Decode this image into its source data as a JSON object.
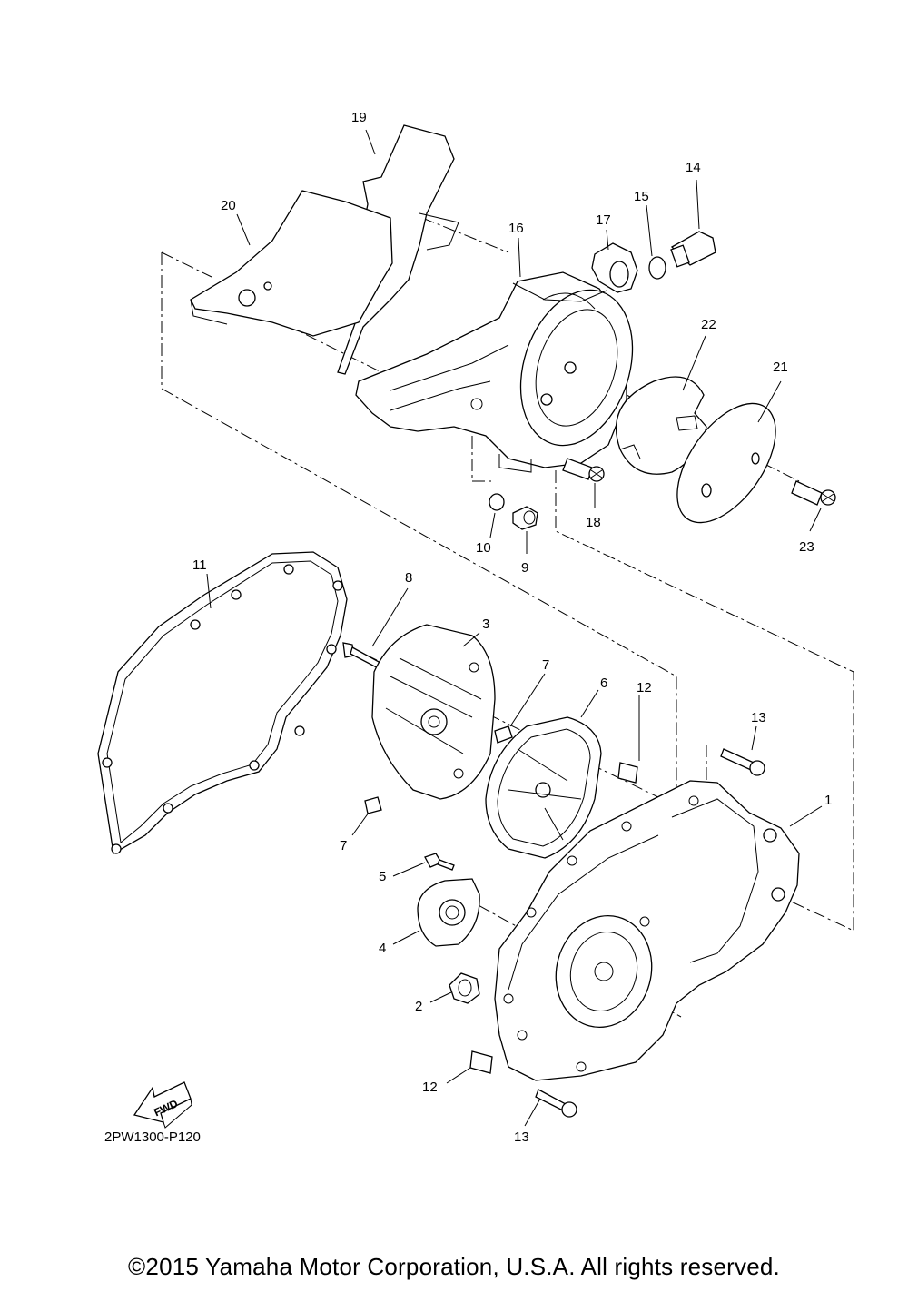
{
  "callouts": {
    "p1": "1",
    "p2": "2",
    "p3": "3",
    "p4": "4",
    "p5": "5",
    "p6": "6",
    "p7a": "7",
    "p7b": "7",
    "p8": "8",
    "p9": "9",
    "p10": "10",
    "p11": "11",
    "p12a": "12",
    "p12b": "12",
    "p13a": "13",
    "p13b": "13",
    "p14": "14",
    "p15": "15",
    "p16": "16",
    "p17": "17",
    "p18": "18",
    "p19": "19",
    "p20": "20",
    "p21": "21",
    "p22": "22",
    "p23": "23"
  },
  "fwd_label": "FWD",
  "drawing_code": "2PW1300-P120",
  "copyright": "©2015 Yamaha Motor Corporation, U.S.A. All rights reserved."
}
